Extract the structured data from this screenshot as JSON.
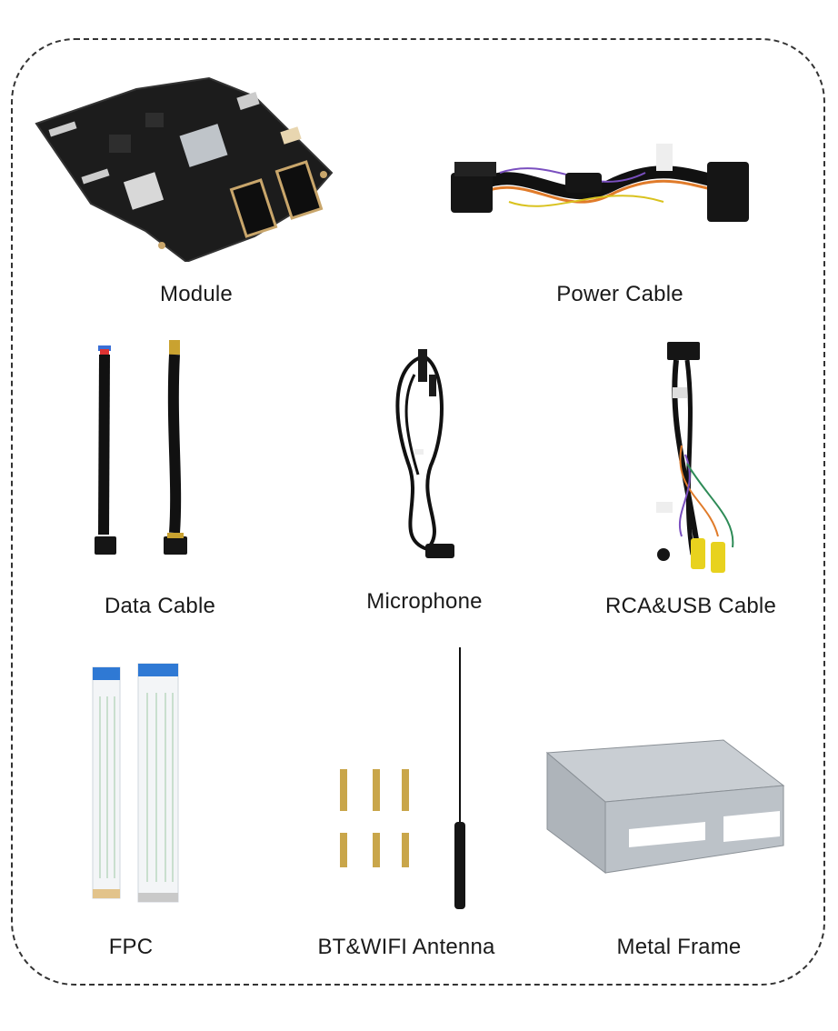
{
  "items": [
    {
      "label": "Module"
    },
    {
      "label": "Power Cable"
    },
    {
      "label": "Data Cable"
    },
    {
      "label": "Microphone"
    },
    {
      "label": "RCA&USB Cable"
    },
    {
      "label": "FPC"
    },
    {
      "label": "BT&WIFI Antenna"
    },
    {
      "label": "Metal Frame"
    }
  ]
}
